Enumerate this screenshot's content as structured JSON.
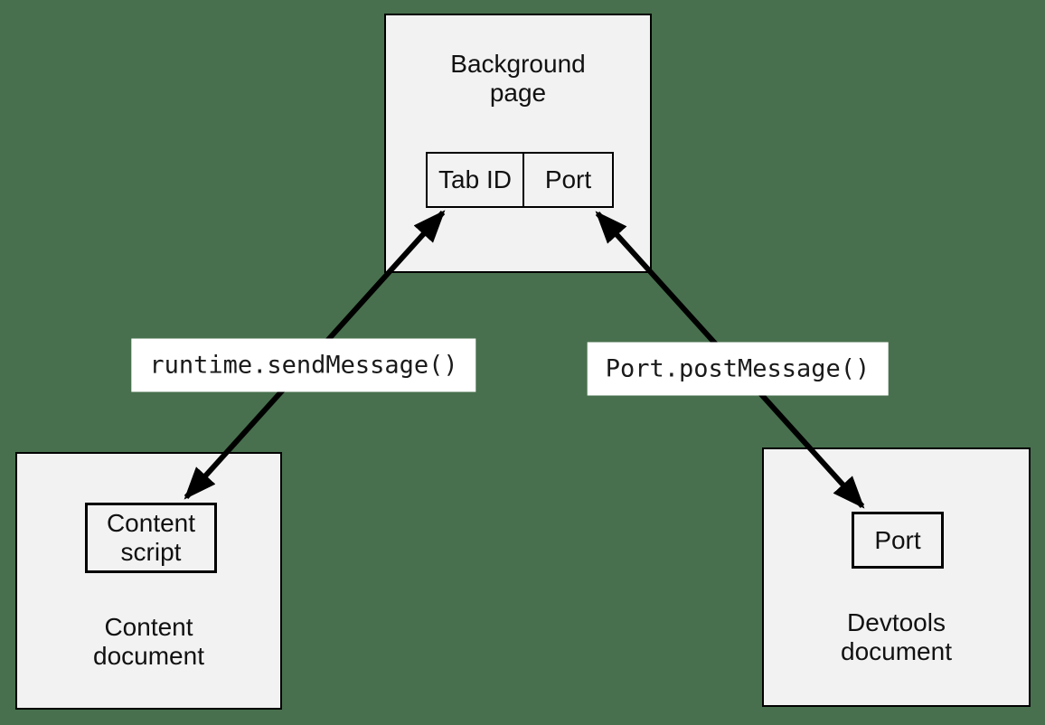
{
  "diagram": {
    "background_color": "#48704E",
    "node_fill_color": "#F2F2F2",
    "stroke_color": "#000000",
    "edge_label_background": "#FFFFFF",
    "nodes": {
      "background_page": {
        "title": "Background page",
        "cells": [
          {
            "label": "Tab ID"
          },
          {
            "label": "Port"
          }
        ]
      },
      "content_document": {
        "title": "Content document",
        "inner_box": "Content script"
      },
      "devtools_document": {
        "title": "Devtools document",
        "inner_box": "Port"
      }
    },
    "edges": [
      {
        "label": "runtime.sendMessage()",
        "from": "content-script",
        "to": "background-page-tab-id",
        "direction": "bidirectional"
      },
      {
        "label": "Port.postMessage()",
        "from": "background-page-port",
        "to": "devtools-port",
        "direction": "bidirectional"
      }
    ]
  }
}
